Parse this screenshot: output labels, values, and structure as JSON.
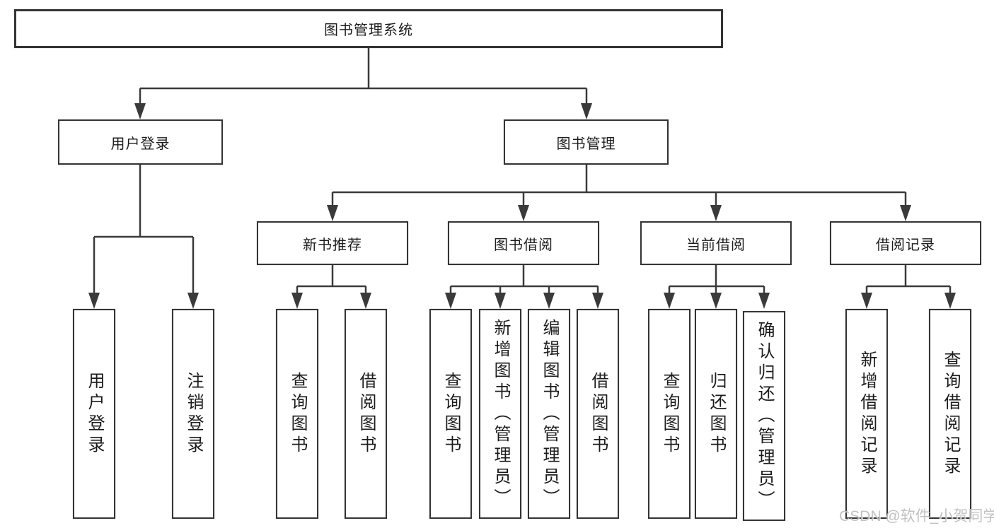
{
  "root": {
    "label": "图书管理系统"
  },
  "user_login": {
    "label": "用户登录",
    "children": [
      {
        "label": "用户登录"
      },
      {
        "label": "注销登录"
      }
    ]
  },
  "book_management": {
    "label": "图书管理",
    "children": [
      {
        "label": "新书推荐",
        "children": [
          {
            "label": "查询图书"
          },
          {
            "label": "借阅图书"
          }
        ]
      },
      {
        "label": "图书借阅",
        "children": [
          {
            "label": "查询图书"
          },
          {
            "label": "新增图书（管理员）"
          },
          {
            "label": "编辑图书（管理员）"
          },
          {
            "label": "借阅图书"
          }
        ]
      },
      {
        "label": "当前借阅",
        "children": [
          {
            "label": "查询图书"
          },
          {
            "label": "归还图书"
          },
          {
            "label": "确认归还（管理员）"
          }
        ]
      },
      {
        "label": "借阅记录",
        "children": [
          {
            "label": "新增借阅记录"
          },
          {
            "label": "查询借阅记录"
          }
        ]
      }
    ]
  },
  "watermark": "CSDN @软件_小贺同学",
  "colors": {
    "line": "#3a3a3a",
    "box_border": "#343434",
    "box_fill": "#ffffff",
    "text": "#1c1c1c",
    "watermark": "#bcbcbc"
  }
}
